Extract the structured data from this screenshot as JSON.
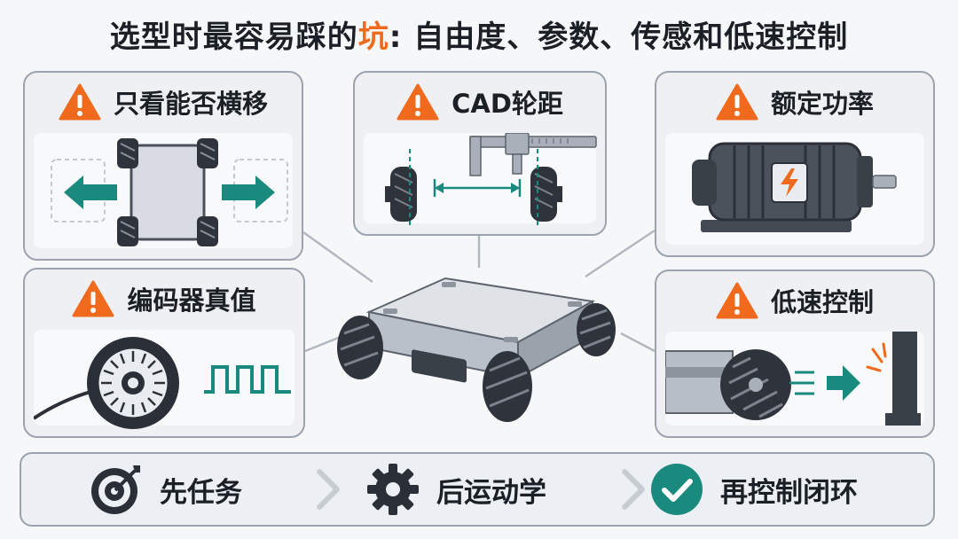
{
  "header": {
    "title_pre": "选型时最容易踩的",
    "title_highlight": "坑",
    "title_post": ": 自由度、参数、传感和低速控制"
  },
  "cards": [
    {
      "label": "只看能否横移",
      "icon": "warning-icon"
    },
    {
      "label": "CAD轮距",
      "icon": "warning-icon"
    },
    {
      "label": "额定功率",
      "icon": "warning-icon"
    },
    {
      "label": "编码器真值",
      "icon": "warning-icon"
    },
    {
      "label": "低速控制",
      "icon": "warning-icon"
    }
  ],
  "steps": [
    {
      "label": "先任务",
      "icon": "target-icon"
    },
    {
      "label": "后运动学",
      "icon": "gear-icon"
    },
    {
      "label": "再控制闭环",
      "icon": "check-icon"
    }
  ],
  "colors": {
    "warning": "#f06a1d",
    "accent_teal": "#1a8a7e",
    "dark": "#2b3038",
    "border": "#9aa3ae"
  }
}
